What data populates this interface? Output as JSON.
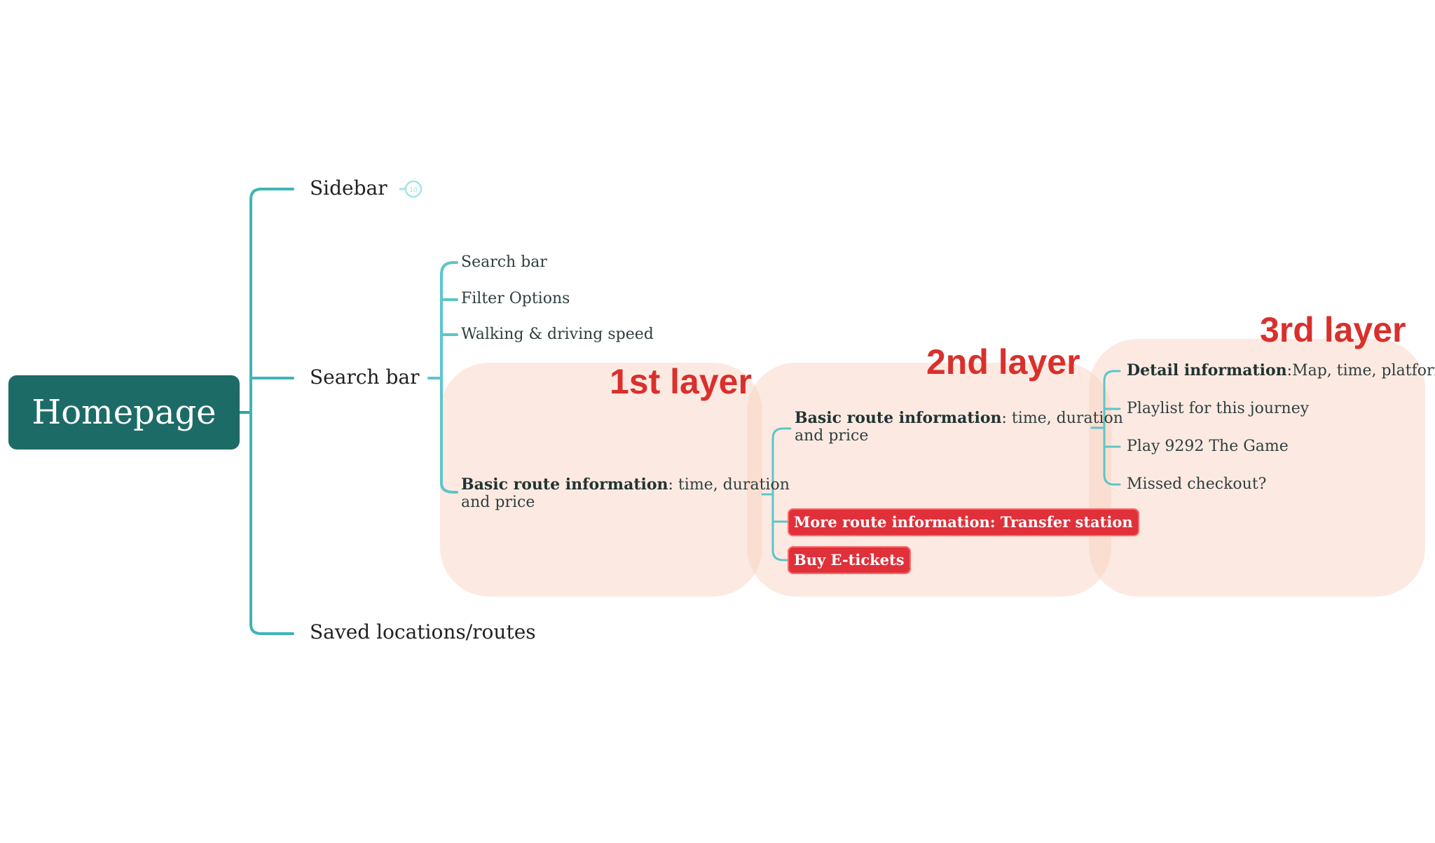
{
  "root": {
    "label": "Homepage"
  },
  "layers": {
    "first": "1st layer",
    "second": "2nd layer",
    "third": "3rd layer"
  },
  "level1": {
    "sidebar": "Sidebar",
    "search_bar": "Search bar",
    "saved": "Saved locations/routes"
  },
  "sidebar_badge": "10",
  "search_children": {
    "search_bar": "Search bar",
    "filter_options": "Filter Options",
    "walking_speed": "Walking & driving speed",
    "basic_route_bold": "Basic route information",
    "basic_route_rest": ": time, duration",
    "basic_route_line2": "and price"
  },
  "second_layer": {
    "basic_route_bold": "Basic route information",
    "basic_route_rest": ": time, duration",
    "basic_route_line2": "and price",
    "more_route": "More route information: Transfer station",
    "buy_tickets": "Buy E-tickets"
  },
  "third_layer": {
    "detail_bold": "Detail information",
    "detail_rest": ":Map, time, platform",
    "playlist": "Playlist for this journey",
    "play_game": "Play 9292 The Game",
    "missed_checkout": "Missed checkout?"
  },
  "colors": {
    "root_bg": "#1d6b66",
    "branch_light": "#a6e3e6",
    "branch_mid": "#5cc6c8",
    "branch_dark": "#2aa7a3",
    "layer_fill": "#f8cdb9",
    "accent_red": "#d9302c"
  }
}
